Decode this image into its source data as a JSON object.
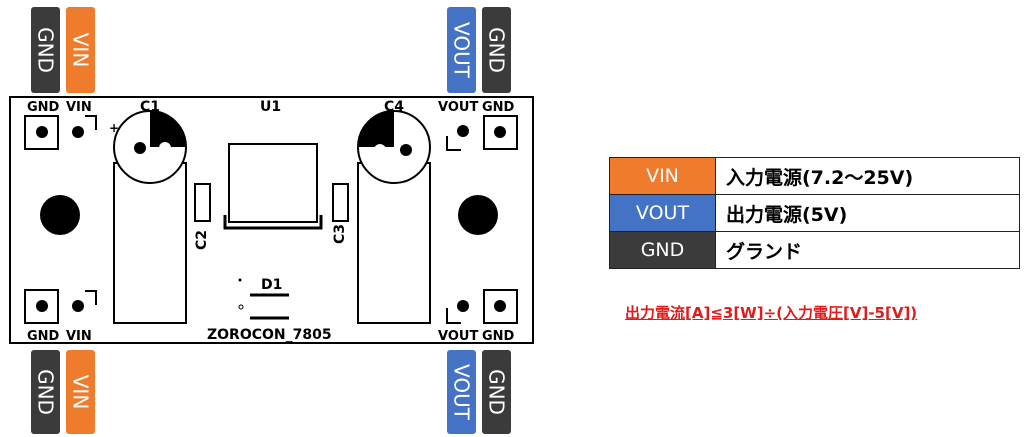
{
  "colors": {
    "vin": "#ef7b2d",
    "vout": "#4472c4",
    "gnd": "#3b3b3b"
  },
  "pin_tags": {
    "gnd": "GND",
    "vin": "VIN",
    "vout": "VOUT"
  },
  "board": {
    "labels": {
      "pad_gnd": "GND",
      "pad_vin": "VIN",
      "pad_vout": "VOUT",
      "c1": "C1",
      "c2": "C2",
      "c3": "C3",
      "c4": "C4",
      "u1": "U1",
      "d1": "D1",
      "name": "ZOROCON_7805",
      "plus": "+"
    }
  },
  "legend": [
    {
      "key": "VIN",
      "desc": "入力電源(7.2〜25V)"
    },
    {
      "key": "VOUT",
      "desc": "出力電源(5V)"
    },
    {
      "key": "GND",
      "desc": "グランド"
    }
  ],
  "formula": "出力電流[A]≦3[W]÷(入力電圧[V]-5[V])"
}
